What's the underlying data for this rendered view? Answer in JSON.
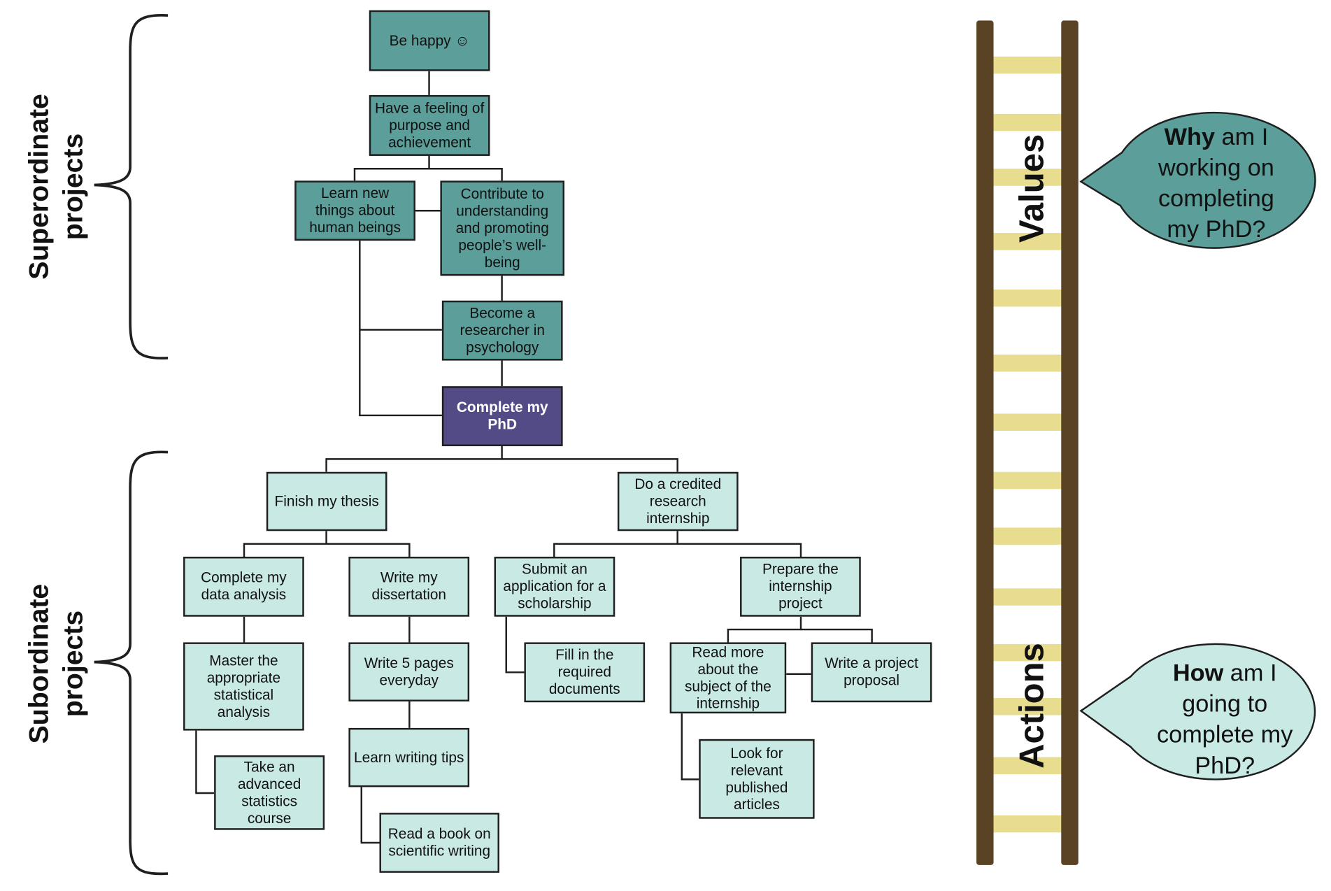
{
  "labels": {
    "superordinate": [
      "Superordinate",
      "projects"
    ],
    "subordinate": [
      "Subordinate",
      "projects"
    ],
    "values": "Values",
    "actions": "Actions"
  },
  "bubbles": {
    "why": {
      "bold": "Why",
      "rest": " am I working on completing my PhD?"
    },
    "how": {
      "bold": "How",
      "rest": " am I going to complete my PhD?"
    }
  },
  "nodes": {
    "be_happy": "Be happy ☺",
    "feeling": "Have a feeling of purpose and achievement",
    "learn_new": "Learn new things about human beings",
    "contribute": "Contribute to understanding and promoting people’s well-being",
    "researcher": "Become a researcher in psychology",
    "complete_phd": "Complete my PhD",
    "finish_thesis": "Finish my thesis",
    "internship": "Do a credited research internship",
    "data_analysis": "Complete my data analysis",
    "dissertation": "Write my dissertation",
    "scholarship": "Submit an application for a scholarship",
    "prepare": "Prepare the internship project",
    "master_stats": "Master the appropriate statistical analysis",
    "five_pages": "Write 5 pages everyday",
    "fill_docs": "Fill in the required documents",
    "read_more": "Read more about the subject of the internship",
    "proposal": "Write a project proposal",
    "stats_course": "Take an advanced statistics course",
    "writing_tips": "Learn writing tips",
    "look_articles": "Look for relevant published articles",
    "read_book": "Read a book on scientific writing"
  },
  "colors": {
    "dark_teal": "#5b9e9a",
    "light_teal": "#c9e9e5",
    "purple": "#534b86",
    "ladder_rail": "#5a4324",
    "ladder_rung": "#e8dc8e"
  }
}
